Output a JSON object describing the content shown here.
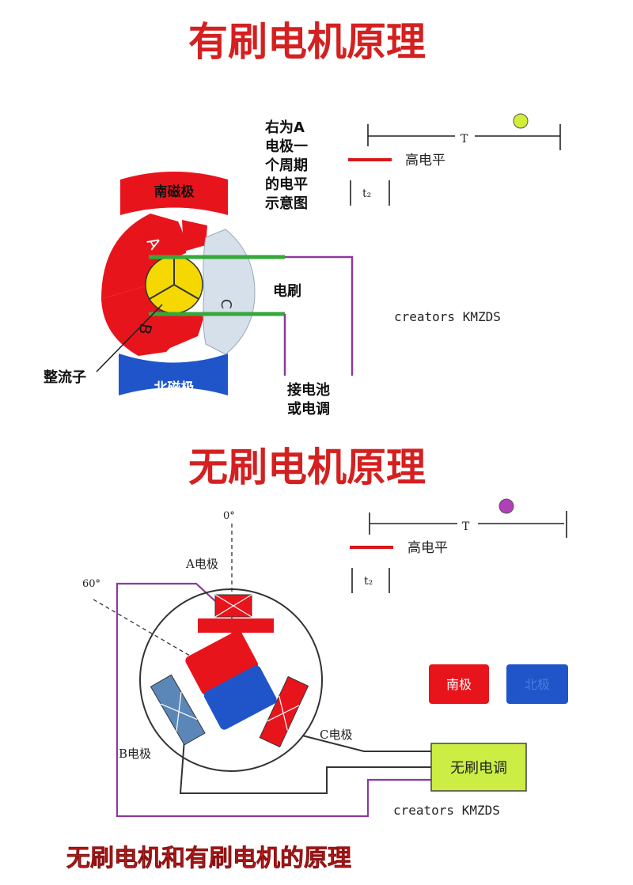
{
  "brushed": {
    "title": "有刷电机原理",
    "pole_south": "南磁极",
    "pole_north": "北磁极",
    "segment_a": "A",
    "segment_b": "B",
    "segment_c": "C",
    "brush_label": "电刷",
    "commutator_label": "整流子",
    "battery_label_line1": "接电池",
    "battery_label_line2": "或电调",
    "desc_lines": [
      "右为A",
      "电极一",
      "个周期",
      "的电平",
      "示意图"
    ],
    "period_label": "T",
    "high_level_label": "高电平",
    "t2_label": "t₂",
    "credit": "creators KMZDS"
  },
  "brushless": {
    "title": "无刷电机原理",
    "angle_0": "0°",
    "angle_60": "60°",
    "electrode_a": "A电极",
    "electrode_b": "B电极",
    "electrode_c": "C电极",
    "period_label": "T",
    "high_level_label": "高电平",
    "t2_label": "t₂",
    "legend_south": "南极",
    "legend_north": "北极",
    "esc_label": "无刷电调",
    "credit": "creators KMZDS"
  },
  "footer": {
    "caption": "无刷电机和有刷电机的原理"
  },
  "colors": {
    "title_red": "#d42020",
    "magnet_red": "#e8141c",
    "magnet_blue": "#1f55c8",
    "commutator_yellow": "#f5d800",
    "brush_green": "#35a83a",
    "wire_purple": "#8a3a9a",
    "esc_green": "#ccee44",
    "dot_yellow_green": "#d4ec3a",
    "dot_purple": "#b040b8",
    "coil_steel": "#5b87b8"
  }
}
